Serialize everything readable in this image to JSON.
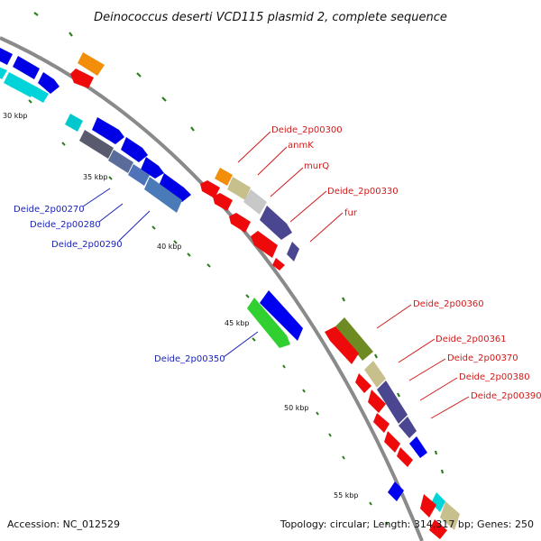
{
  "title": "Deinococcus deserti VCD115 plasmid 2, complete sequence",
  "footer": {
    "accession": "Accession: NC_012529",
    "summary": "Topology: circular; Length: 314,317 bp; Genes: 250"
  },
  "colors": {
    "backbone": "#8a8a8a",
    "tick_mark": "#2e7d1e",
    "forward_label": "#1a23b8",
    "reverse_label": "#d11a1a"
  },
  "ticks": [
    "30 kbp",
    "35 kbp",
    "40 kbp",
    "45 kbp",
    "50 kbp",
    "55 kbp"
  ],
  "labels_forward": [
    "Deide_2p00270",
    "Deide_2p00280",
    "Deide_2p00290",
    "Deide_2p00350"
  ],
  "labels_reverse": [
    "Deide_2p00300",
    "anmK",
    "murQ",
    "Deide_2p00330",
    "fur",
    "Deide_2p00360",
    "Deide_2p00361",
    "Deide_2p00370",
    "Deide_2p00380",
    "Deide_2p00390"
  ]
}
